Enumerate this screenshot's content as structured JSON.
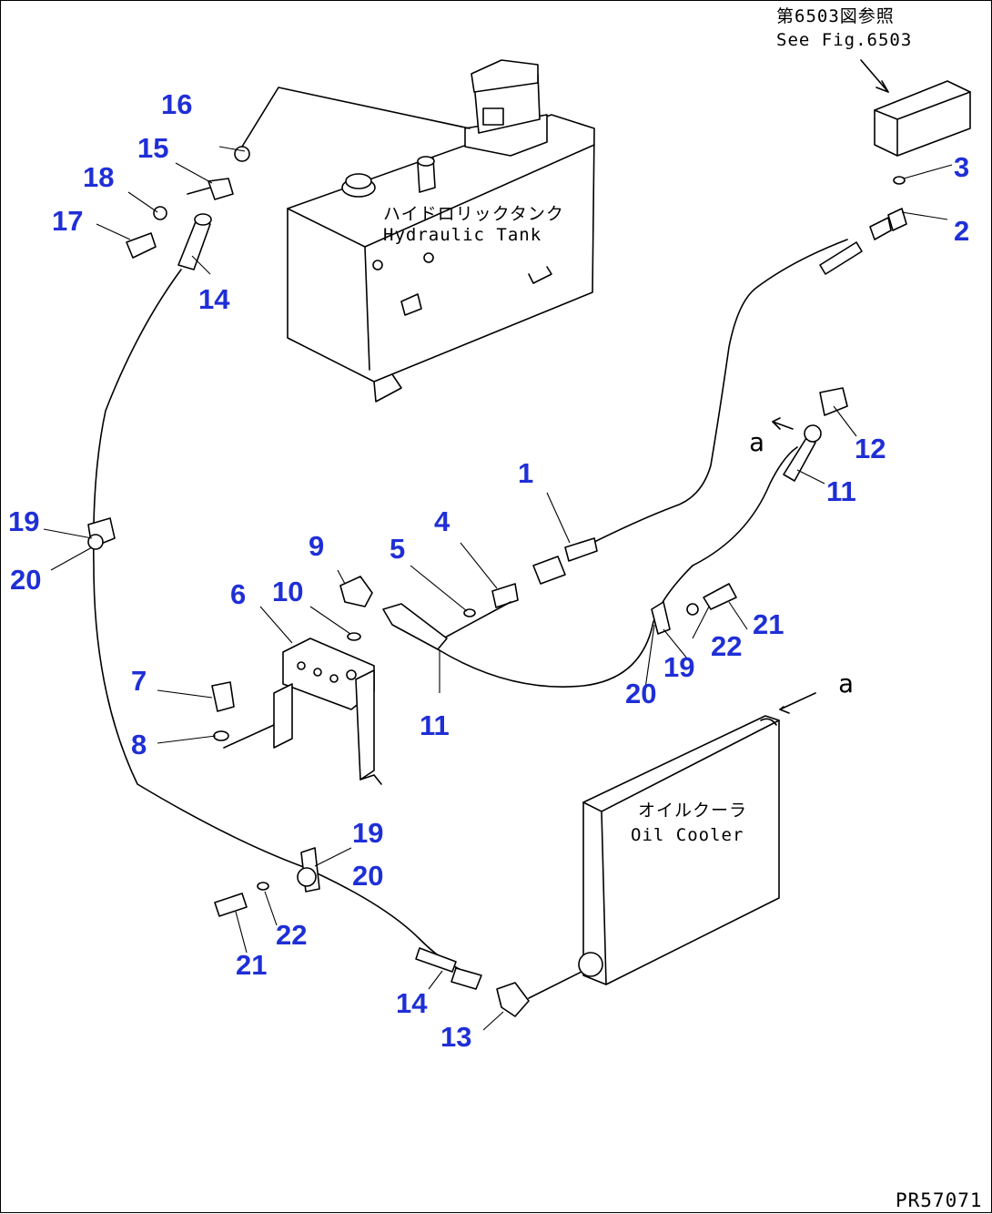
{
  "ref_note": {
    "jp": "第6503図参照",
    "en": "See Fig.6503"
  },
  "tank": {
    "jp": "ハイドロリックタンク",
    "en": "Hydraulic Tank"
  },
  "cooler": {
    "jp": "オイルクーラ",
    "en": "Oil Cooler"
  },
  "view_arrow_label": "a",
  "drawing_code": "PR57071",
  "part_callouts": [
    "1",
    "2",
    "3",
    "4",
    "5",
    "6",
    "7",
    "8",
    "9",
    "10",
    "11",
    "12",
    "13",
    "14",
    "15",
    "16",
    "17",
    "18",
    "19",
    "20",
    "21",
    "22"
  ],
  "callout_color": "#1f2fd6"
}
